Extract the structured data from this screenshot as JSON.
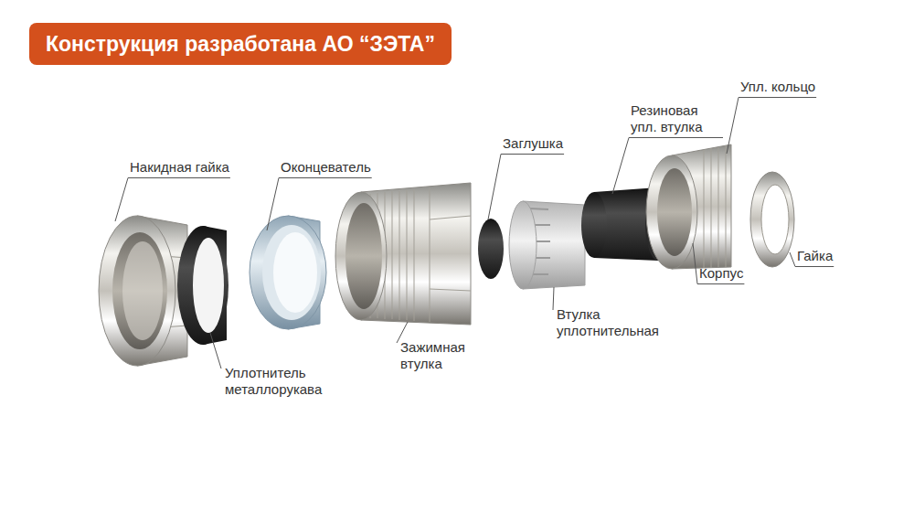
{
  "diagram": {
    "title": "Конструкция разработана АО “ЗЭТА”",
    "labels": [
      "Накидная гайка",
      "Оконцеватель",
      "Заглушка",
      "Резиновая упл. втулка",
      "Упл. кольцо",
      "Уплотнитель металлорукава",
      "Зажимная втулка",
      "Втулка уплотнительная",
      "Корпус",
      "Гайка"
    ]
  }
}
